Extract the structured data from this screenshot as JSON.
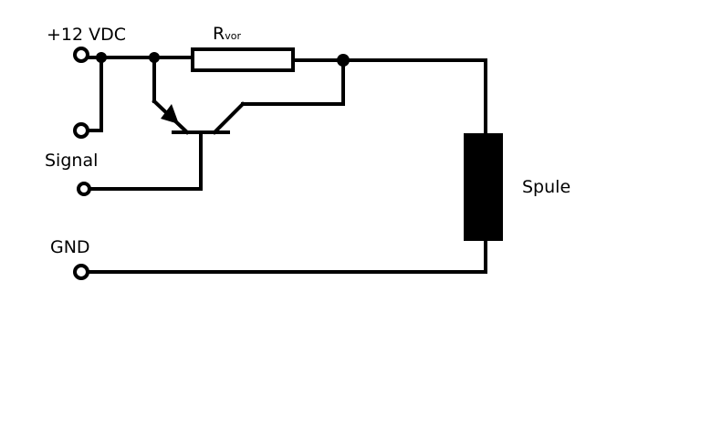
{
  "diagram": {
    "labels": {
      "supply": "+12 VDC",
      "signal": "Signal",
      "gnd": "GND",
      "coil": "Spule",
      "resistor_main": "R",
      "resistor_sub": "vor"
    },
    "colors": {
      "wire": "#000000",
      "terminal_fill": "#ffffff",
      "coil_fill": "#000000",
      "background": "#ffffff"
    },
    "components": [
      {
        "kind": "terminal",
        "role": "supply"
      },
      {
        "kind": "terminal",
        "role": "signal-upper"
      },
      {
        "kind": "terminal",
        "role": "signal-lower"
      },
      {
        "kind": "terminal",
        "role": "gnd"
      },
      {
        "kind": "resistor",
        "label": "Rvor"
      },
      {
        "kind": "transistor",
        "type": "pnp"
      },
      {
        "kind": "coil",
        "label": "Spule"
      }
    ]
  }
}
